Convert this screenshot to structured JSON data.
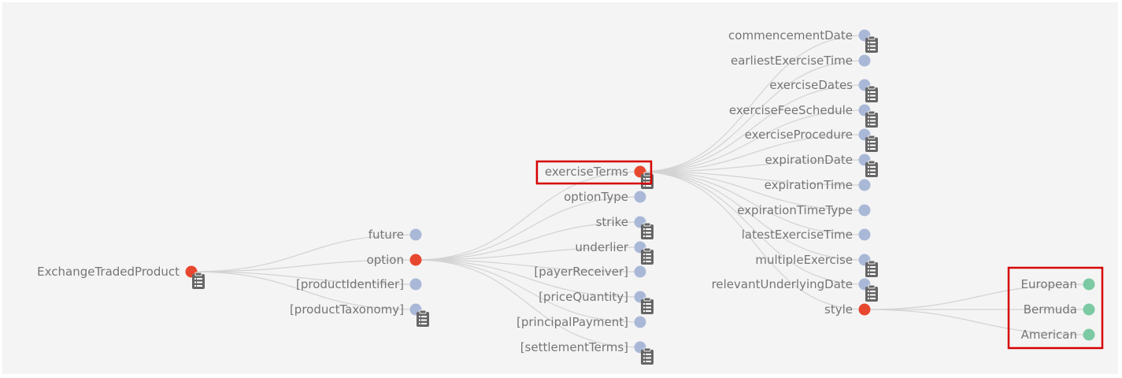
{
  "colors": {
    "expanded": "#e8472f",
    "collapsed": "#aab8d8",
    "leaf_value": "#7ccaa4",
    "highlight": "#d60000",
    "clipboard_icon": "#666666"
  },
  "tree": {
    "root": {
      "label": "ExchangeTradedProduct",
      "state": "expanded",
      "has_doc": true
    },
    "level1": [
      {
        "label": "future",
        "state": "collapsed",
        "has_doc": false
      },
      {
        "label": "option",
        "state": "expanded",
        "has_doc": false
      },
      {
        "label": "[productIdentifier]",
        "state": "collapsed",
        "has_doc": false
      },
      {
        "label": "[productTaxonomy]",
        "state": "collapsed",
        "has_doc": true
      }
    ],
    "level2": [
      {
        "label": "exerciseTerms",
        "state": "expanded",
        "has_doc": true,
        "highlighted": true
      },
      {
        "label": "optionType",
        "state": "collapsed",
        "has_doc": false
      },
      {
        "label": "strike",
        "state": "collapsed",
        "has_doc": true
      },
      {
        "label": "underlier",
        "state": "collapsed",
        "has_doc": true
      },
      {
        "label": "[payerReceiver]",
        "state": "collapsed",
        "has_doc": false
      },
      {
        "label": "[priceQuantity]",
        "state": "collapsed",
        "has_doc": true
      },
      {
        "label": "[principalPayment]",
        "state": "collapsed",
        "has_doc": false
      },
      {
        "label": "[settlementTerms]",
        "state": "collapsed",
        "has_doc": true
      }
    ],
    "level3": [
      {
        "label": "commencementDate",
        "state": "collapsed",
        "has_doc": true
      },
      {
        "label": "earliestExerciseTime",
        "state": "collapsed",
        "has_doc": false
      },
      {
        "label": "exerciseDates",
        "state": "collapsed",
        "has_doc": true
      },
      {
        "label": "exerciseFeeSchedule",
        "state": "collapsed",
        "has_doc": true
      },
      {
        "label": "exerciseProcedure",
        "state": "collapsed",
        "has_doc": true
      },
      {
        "label": "expirationDate",
        "state": "collapsed",
        "has_doc": true
      },
      {
        "label": "expirationTime",
        "state": "collapsed",
        "has_doc": false
      },
      {
        "label": "expirationTimeType",
        "state": "collapsed",
        "has_doc": false
      },
      {
        "label": "latestExerciseTime",
        "state": "collapsed",
        "has_doc": false
      },
      {
        "label": "multipleExercise",
        "state": "collapsed",
        "has_doc": true
      },
      {
        "label": "relevantUnderlyingDate",
        "state": "collapsed",
        "has_doc": true
      },
      {
        "label": "style",
        "state": "expanded",
        "has_doc": false
      }
    ],
    "level4": [
      {
        "label": "European",
        "state": "value",
        "has_doc": false
      },
      {
        "label": "Bermuda",
        "state": "value",
        "has_doc": false
      },
      {
        "label": "American",
        "state": "value",
        "has_doc": false
      }
    ]
  }
}
